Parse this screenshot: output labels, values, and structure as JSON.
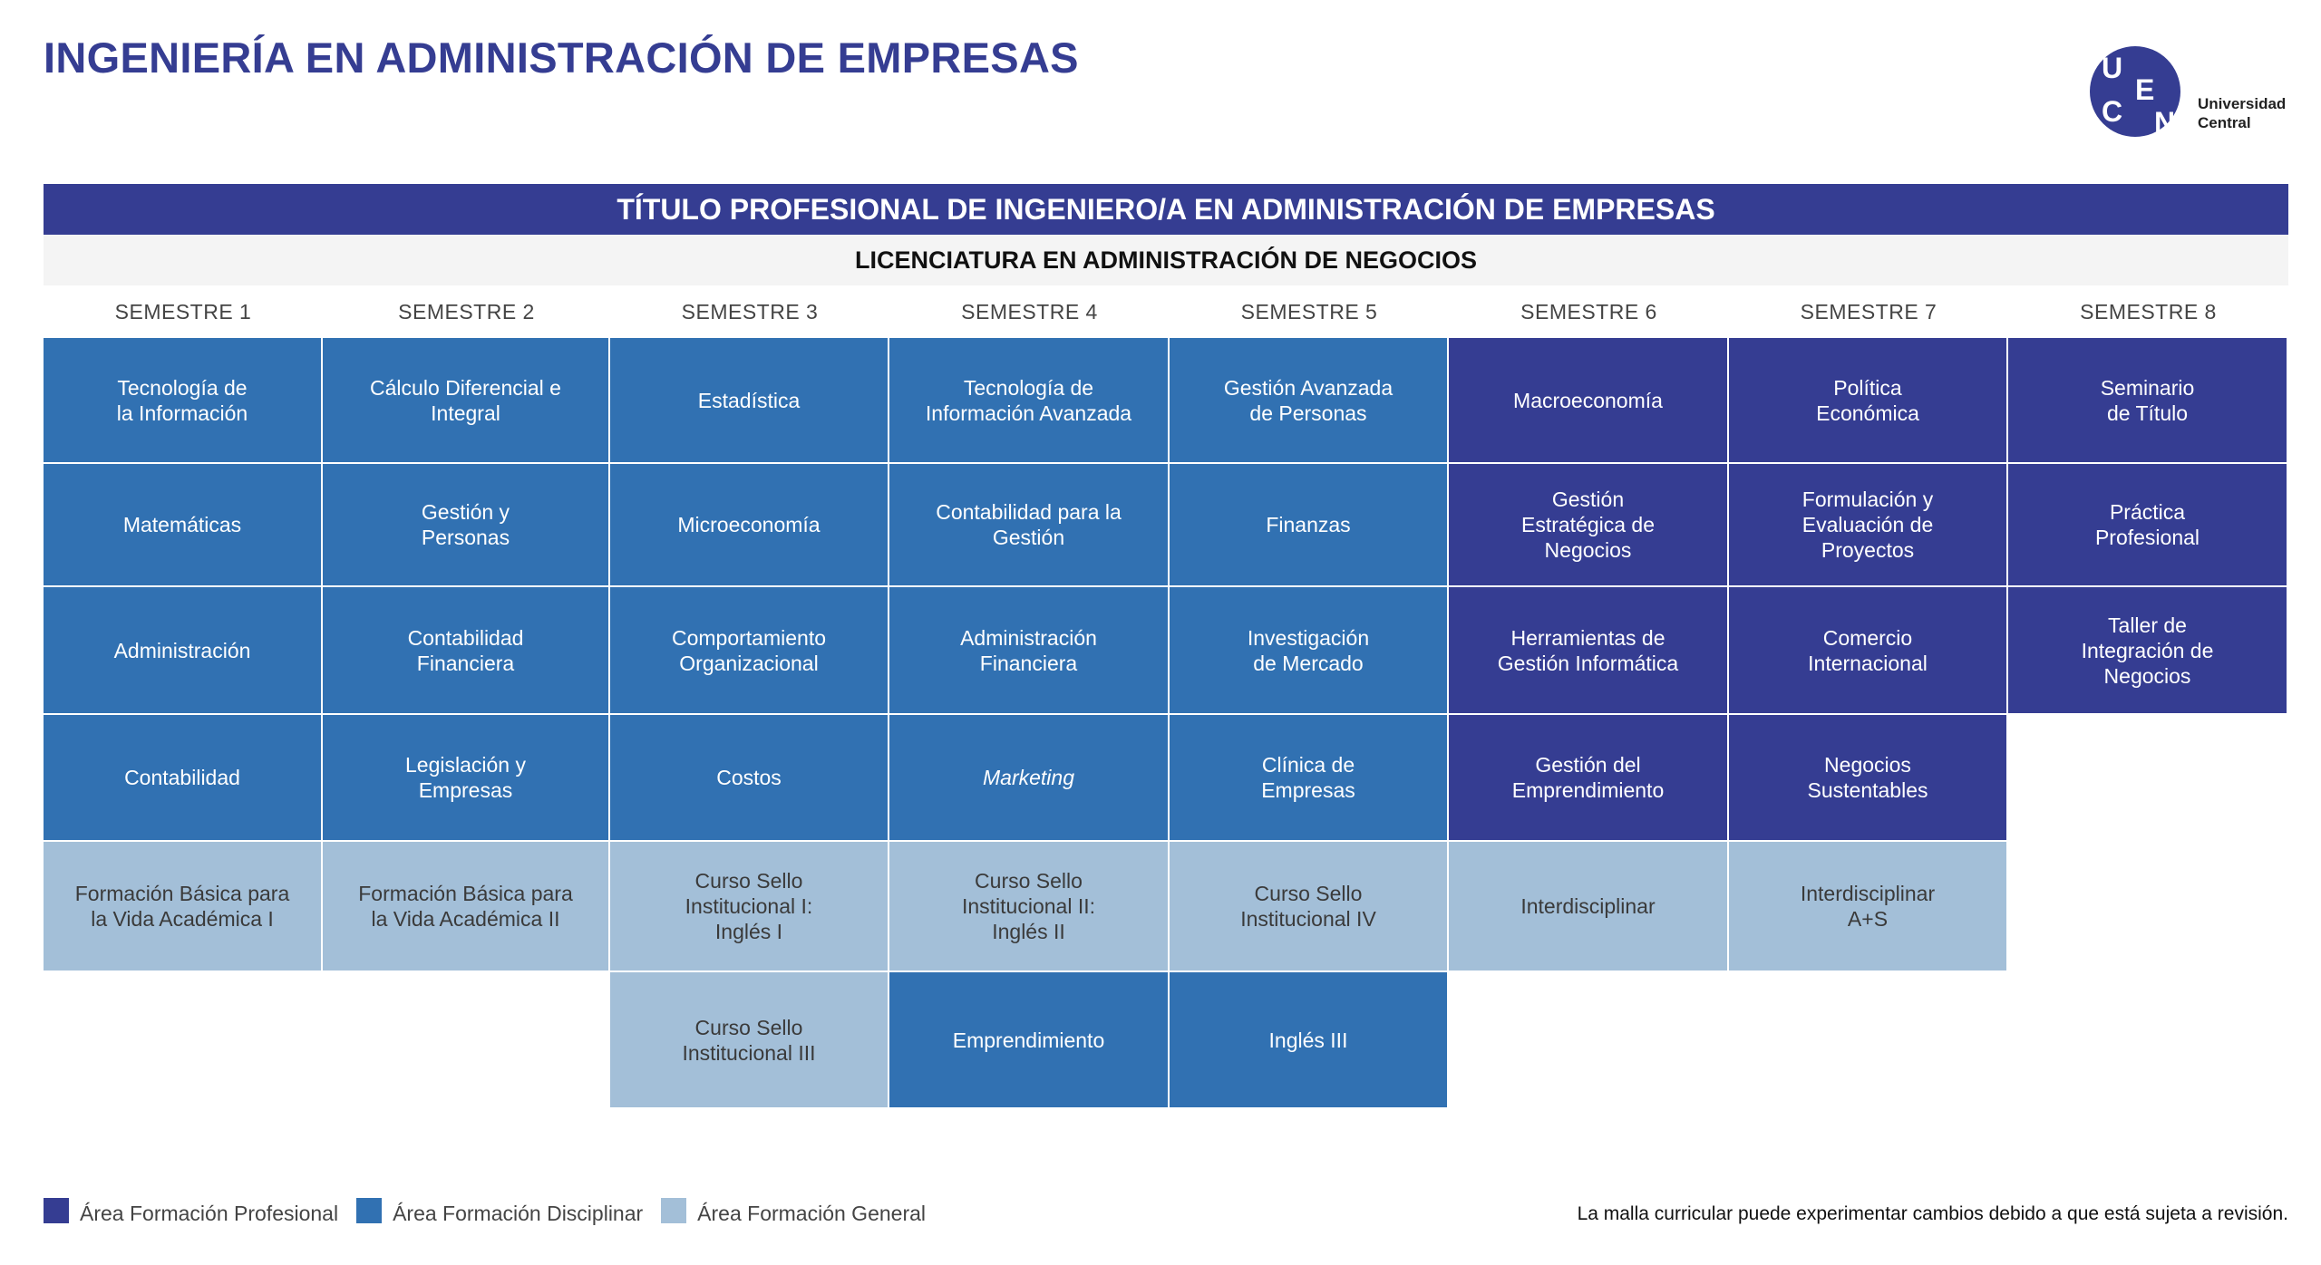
{
  "header": {
    "title": "INGENIERÍA EN ADMINISTRACIÓN DE EMPRESAS"
  },
  "logo": {
    "letters": [
      "U",
      "C",
      "E",
      "N"
    ],
    "text": "Universidad\nCentral",
    "color": "#353d92"
  },
  "titulo": "TÍTULO PROFESIONAL DE INGENIERO/A EN ADMINISTRACIÓN DE EMPRESAS",
  "licenciatura": "LICENCIATURA EN ADMINISTRACIÓN DE NEGOCIOS",
  "colors": {
    "profesional": "#353d92",
    "disciplinar": "#3171b2",
    "general": "#a3bfd8"
  },
  "semesters": [
    {
      "label": "SEMESTRE 1",
      "courses": [
        {
          "name": "Tecnología de\nla Información",
          "area": "disciplinar"
        },
        {
          "name": "Matemáticas",
          "area": "disciplinar"
        },
        {
          "name": "Administración",
          "area": "disciplinar"
        },
        {
          "name": "Contabilidad",
          "area": "disciplinar"
        },
        {
          "name": "Formación Básica para\nla Vida Académica I",
          "area": "general"
        }
      ]
    },
    {
      "label": "SEMESTRE 2",
      "courses": [
        {
          "name": "Cálculo Diferencial e\nIntegral",
          "area": "disciplinar"
        },
        {
          "name": "Gestión y\nPersonas",
          "area": "disciplinar"
        },
        {
          "name": "Contabilidad\nFinanciera",
          "area": "disciplinar"
        },
        {
          "name": "Legislación y\nEmpresas",
          "area": "disciplinar"
        },
        {
          "name": "Formación Básica para\nla Vida Académica II",
          "area": "general"
        }
      ]
    },
    {
      "label": "SEMESTRE 3",
      "courses": [
        {
          "name": "Estadística",
          "area": "disciplinar"
        },
        {
          "name": "Microeconomía",
          "area": "disciplinar"
        },
        {
          "name": "Comportamiento\nOrganizacional",
          "area": "disciplinar"
        },
        {
          "name": "Costos",
          "area": "disciplinar"
        },
        {
          "name": "Curso Sello\nInstitucional I:\nInglés I",
          "area": "general"
        },
        {
          "name": "Curso Sello\nInstitucional III",
          "area": "general"
        }
      ]
    },
    {
      "label": "SEMESTRE 4",
      "courses": [
        {
          "name": "Tecnología de\nInformación Avanzada",
          "area": "disciplinar"
        },
        {
          "name": "Contabilidad para la\nGestión",
          "area": "disciplinar"
        },
        {
          "name": "Administración\nFinanciera",
          "area": "disciplinar"
        },
        {
          "name": "Marketing",
          "area": "disciplinar",
          "italic": true
        },
        {
          "name": "Curso Sello\nInstitucional II:\nInglés II",
          "area": "general"
        },
        {
          "name": "Emprendimiento",
          "area": "disciplinar"
        }
      ]
    },
    {
      "label": "SEMESTRE 5",
      "courses": [
        {
          "name": "Gestión Avanzada\nde Personas",
          "area": "disciplinar"
        },
        {
          "name": "Finanzas",
          "area": "disciplinar"
        },
        {
          "name": "Investigación\nde Mercado",
          "area": "disciplinar"
        },
        {
          "name": "Clínica de\nEmpresas",
          "area": "disciplinar"
        },
        {
          "name": "Curso Sello\nInstitucional IV",
          "area": "general"
        },
        {
          "name": "Inglés III",
          "area": "disciplinar"
        }
      ]
    },
    {
      "label": "SEMESTRE 6",
      "courses": [
        {
          "name": "Macroeconomía",
          "area": "profesional"
        },
        {
          "name": "Gestión\nEstratégica de\nNegocios",
          "area": "profesional"
        },
        {
          "name": "Herramientas de\nGestión Informática",
          "area": "profesional"
        },
        {
          "name": "Gestión del\nEmprendimiento",
          "area": "profesional"
        },
        {
          "name": "Interdisciplinar",
          "area": "general"
        }
      ]
    },
    {
      "label": "SEMESTRE 7",
      "courses": [
        {
          "name": "Política\nEconómica",
          "area": "profesional"
        },
        {
          "name": "Formulación y\nEvaluación de\nProyectos",
          "area": "profesional"
        },
        {
          "name": "Comercio\nInternacional",
          "area": "profesional"
        },
        {
          "name": "Negocios\nSustentables",
          "area": "profesional"
        },
        {
          "name": "Interdisciplinar\nA+S",
          "area": "general"
        }
      ]
    },
    {
      "label": "SEMESTRE 8",
      "courses": [
        {
          "name": "Seminario\nde Título",
          "area": "profesional"
        },
        {
          "name": "Práctica\nProfesional",
          "area": "profesional"
        },
        {
          "name": "Taller de\nIntegración de\nNegocios",
          "area": "profesional"
        }
      ]
    }
  ],
  "legend": [
    {
      "label": "Área Formación Profesional",
      "area": "profesional"
    },
    {
      "label": "Área Formación Disciplinar",
      "area": "disciplinar"
    },
    {
      "label": "Área Formación General",
      "area": "general"
    }
  ],
  "note": "La malla curricular puede experimentar cambios debido a que está sujeta a revisión."
}
